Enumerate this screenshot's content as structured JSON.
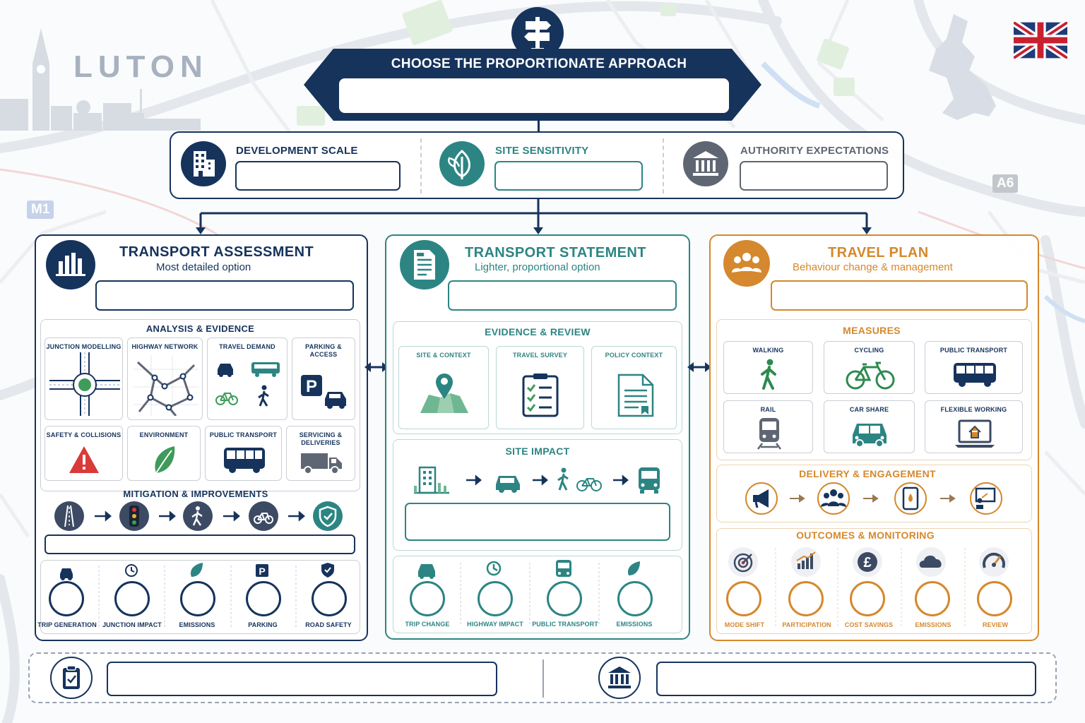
{
  "city": {
    "name": "LUTON"
  },
  "roads": {
    "m1": "M1",
    "a6": "A6"
  },
  "banner": {
    "title": "CHOOSE THE PROPORTIONATE APPROACH",
    "input_value": ""
  },
  "criteria": [
    {
      "label": "DEVELOPMENT SCALE",
      "icon": "building-icon",
      "value": ""
    },
    {
      "label": "SITE SENSITIVITY",
      "icon": "leaf-icon",
      "value": ""
    },
    {
      "label": "AUTHORITY EXPECTATIONS",
      "icon": "government-building-icon",
      "value": ""
    }
  ],
  "colors": {
    "navy": "#16335c",
    "teal": "#2c8583",
    "orange": "#d5882d",
    "green": "#3f9b5a",
    "red": "#d93a3a"
  },
  "transport_assessment": {
    "title": "TRANSPORT ASSESSMENT",
    "subtitle": "Most detailed option",
    "field_value": "",
    "analysis": {
      "title": "ANALYSIS & EVIDENCE",
      "tiles": [
        "JUNCTION MODELLING",
        "HIGHWAY NETWORK",
        "TRAVEL DEMAND",
        "PARKING & ACCESS",
        "SAFETY & COLLISIONS",
        "ENVIRONMENT",
        "PUBLIC TRANSPORT",
        "SERVICING & DELIVERIES"
      ]
    },
    "mitigation": {
      "title": "MITIGATION & IMPROVEMENTS",
      "field_value": ""
    },
    "outputs": [
      "TRIP GENERATION",
      "JUNCTION IMPACT",
      "EMISSIONS",
      "PARKING",
      "ROAD SAFETY"
    ]
  },
  "transport_statement": {
    "title": "TRANSPORT STATEMENT",
    "subtitle": "Lighter, proportional option",
    "field_value": "",
    "evidence": {
      "title": "EVIDENCE & REVIEW",
      "tiles": [
        "SITE & CONTEXT",
        "TRAVEL SURVEY",
        "POLICY CONTEXT"
      ]
    },
    "site_impact": {
      "title": "SITE IMPACT",
      "field_value": ""
    },
    "outputs": [
      "TRIP CHANGE",
      "HIGHWAY IMPACT",
      "PUBLIC TRANSPORT",
      "EMISSIONS"
    ]
  },
  "travel_plan": {
    "title": "TRAVEL PLAN",
    "subtitle": "Behaviour change & management",
    "field_value": "",
    "measures": {
      "title": "MEASURES",
      "tiles": [
        "WALKING",
        "CYCLING",
        "PUBLIC TRANSPORT",
        "RAIL",
        "CAR SHARE",
        "FLEXIBLE WORKING"
      ]
    },
    "delivery": {
      "title": "DELIVERY & ENGAGEMENT"
    },
    "outcomes": {
      "title": "OUTCOMES & MONITORING",
      "items": [
        "MODE SHIFT",
        "PARTICIPATION",
        "COST SAVINGS",
        "EMISSIONS",
        "REVIEW"
      ]
    }
  },
  "footer": {
    "left_value": "",
    "right_value": ""
  }
}
